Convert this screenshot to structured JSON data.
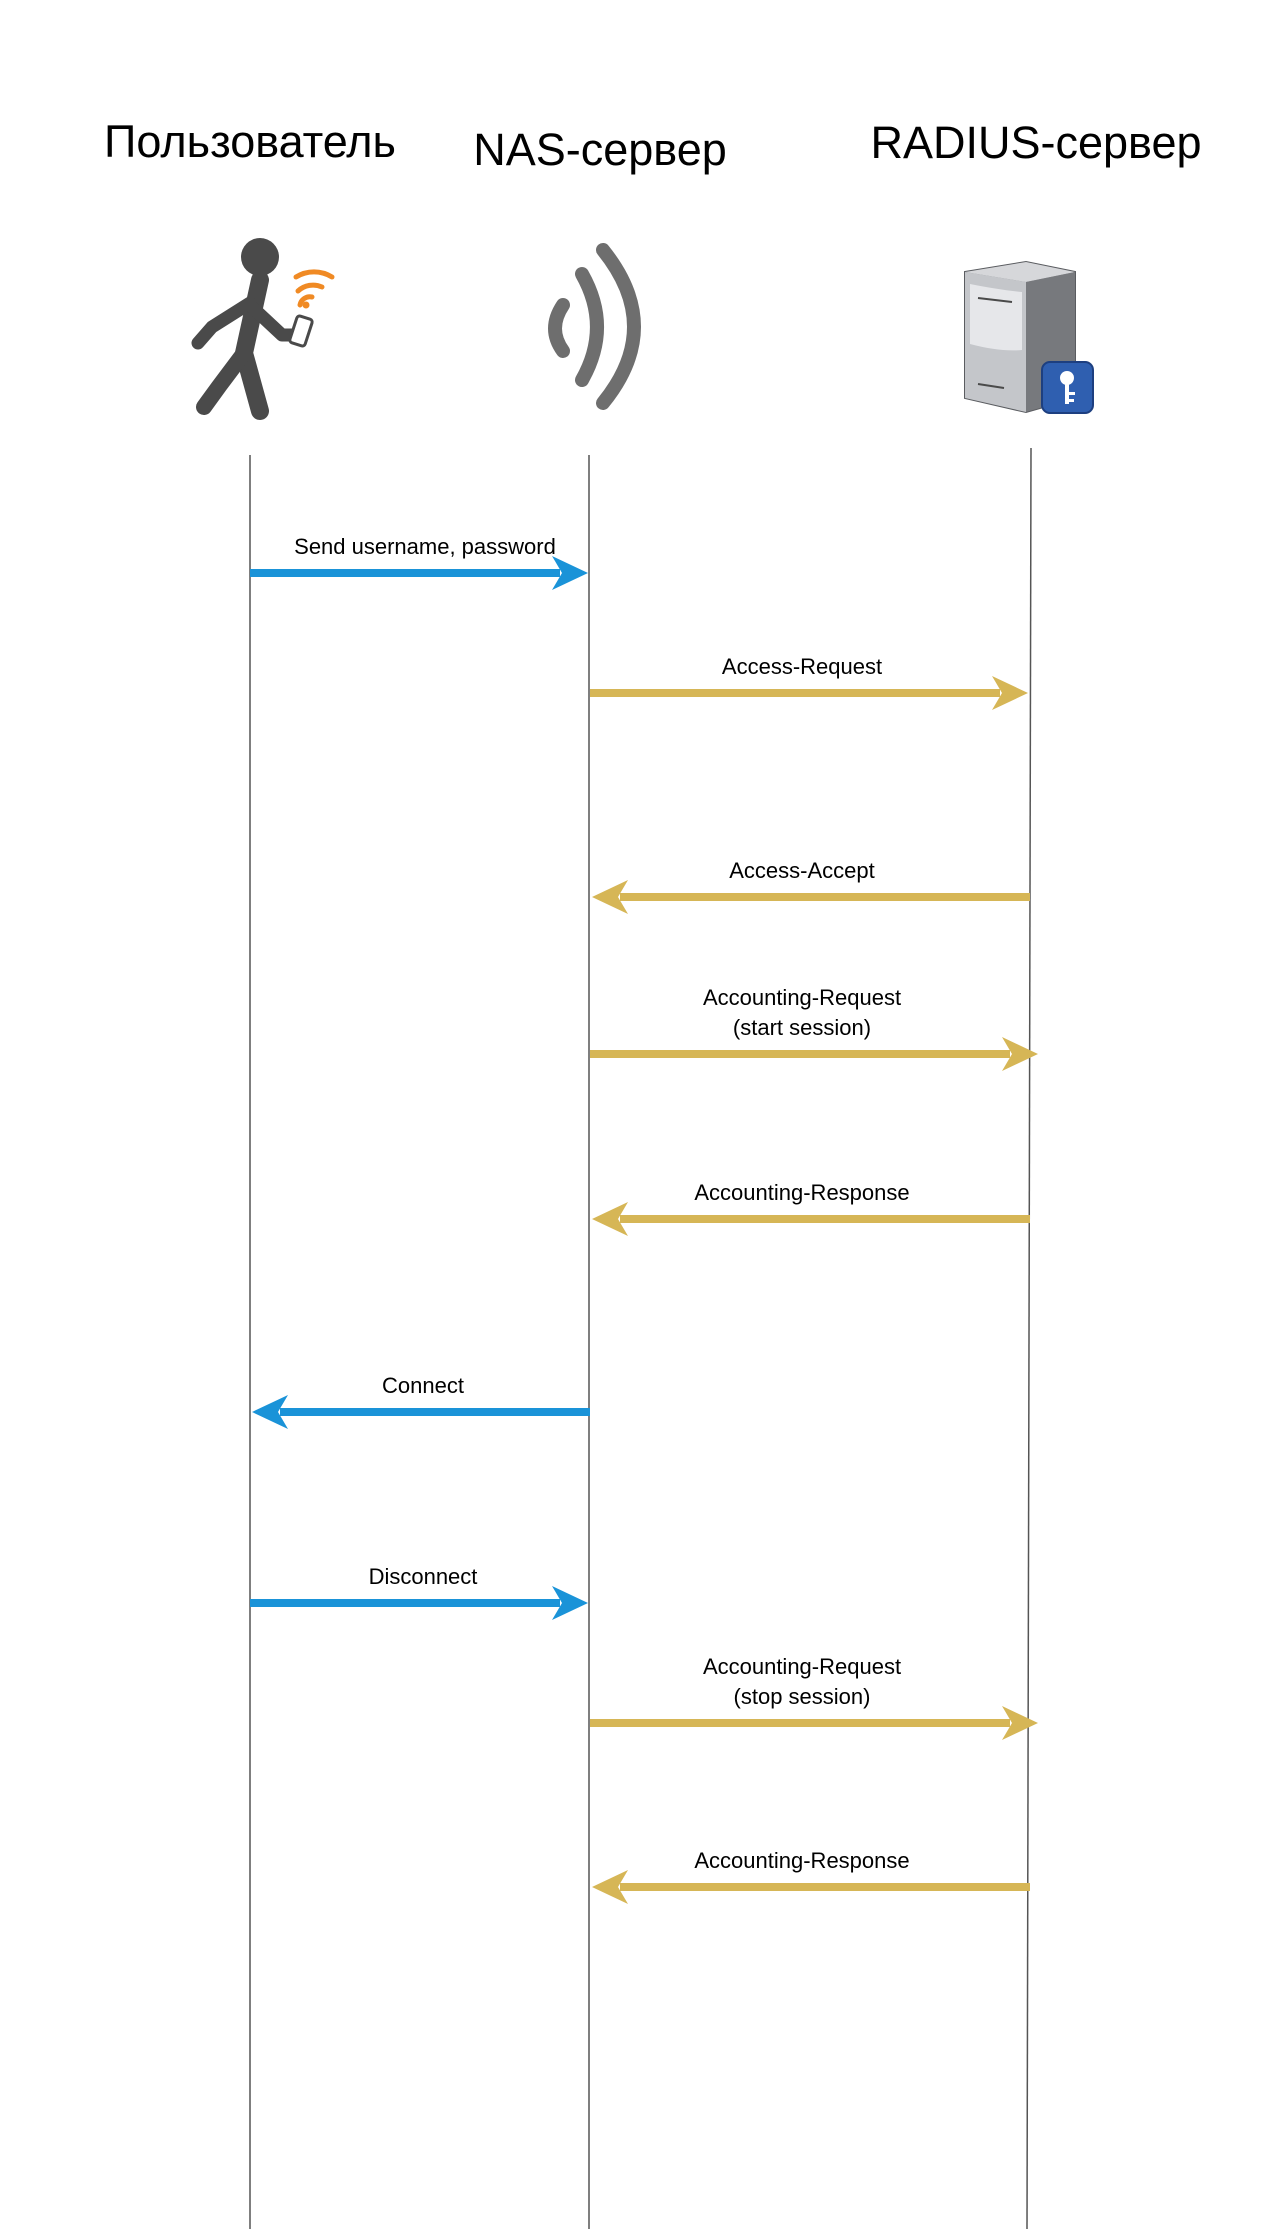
{
  "actors": [
    {
      "id": "user",
      "label": "Пользователь",
      "icon": "walking-person-phone-icon"
    },
    {
      "id": "nas",
      "label": "NAS-сервер",
      "icon": "wireless-signal-icon"
    },
    {
      "id": "radius",
      "label": "RADIUS-сервер",
      "icon": "server-key-icon"
    }
  ],
  "messages": [
    {
      "from": "user",
      "to": "nas",
      "lines": [
        "Send username, password"
      ],
      "color": "#1a93d8"
    },
    {
      "from": "nas",
      "to": "radius",
      "lines": [
        "Access-Request"
      ],
      "color": "#d6b656"
    },
    {
      "from": "radius",
      "to": "nas",
      "lines": [
        "Access-Accept"
      ],
      "color": "#d6b656"
    },
    {
      "from": "nas",
      "to": "radius",
      "lines": [
        "Accounting-Request",
        "(start session)"
      ],
      "color": "#d6b656"
    },
    {
      "from": "radius",
      "to": "nas",
      "lines": [
        "Accounting-Response"
      ],
      "color": "#d6b656"
    },
    {
      "from": "nas",
      "to": "user",
      "lines": [
        "Connect"
      ],
      "color": "#1a93d8"
    },
    {
      "from": "user",
      "to": "nas",
      "lines": [
        "Disconnect"
      ],
      "color": "#1a93d8"
    },
    {
      "from": "nas",
      "to": "radius",
      "lines": [
        "Accounting-Request",
        "(stop session)"
      ],
      "color": "#d6b656"
    },
    {
      "from": "radius",
      "to": "nas",
      "lines": [
        "Accounting-Response"
      ],
      "color": "#d6b656"
    }
  ],
  "colors": {
    "user_link": "#1a93d8",
    "server_link": "#d6b656",
    "lifeline": "#555555",
    "wifi_accent": "#f08a24",
    "icon_gray": "#4a4a4a",
    "key_badge": "#2f5fb0"
  }
}
